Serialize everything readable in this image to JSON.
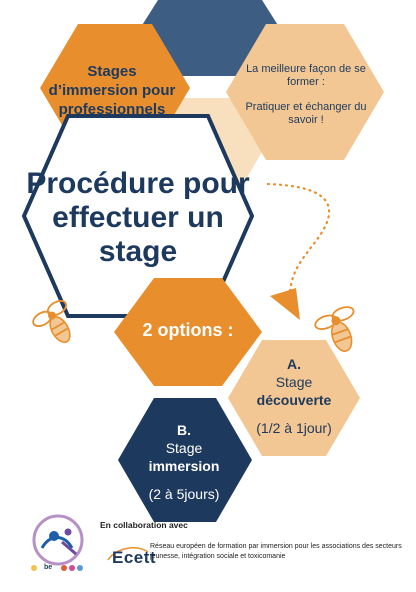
{
  "hexagons": {
    "top_left": "Stages d’immersion pour professionnels",
    "top_right": {
      "line1": "La meilleure façon de se former :",
      "line2": "Pratiquer et échanger du savoir !"
    },
    "title": "Procédure pour effectuer un stage",
    "options": "2 options :",
    "option_a": {
      "letter": "A.",
      "label": "Stage",
      "type": "découverte",
      "duration": "(1/2 à 1jour)"
    },
    "option_b": {
      "letter": "B.",
      "label": "Stage",
      "type": "immersion",
      "duration": "(2 à 5jours)"
    }
  },
  "footer": {
    "collab": "En collaboration avec",
    "ecett": "Ecett",
    "network": "Réseau européen de formation par immersion pour les associations des secteurs jeunesse, intégration sociale et toxicomanie",
    "small_logo_text": "be"
  },
  "colors": {
    "orange": "#e88e2d",
    "peach": "#f3c793",
    "navy": "#1d3a5e",
    "slate": "#3e5d82",
    "cream": "#f8dfbe",
    "dots": "#e88e2d"
  }
}
